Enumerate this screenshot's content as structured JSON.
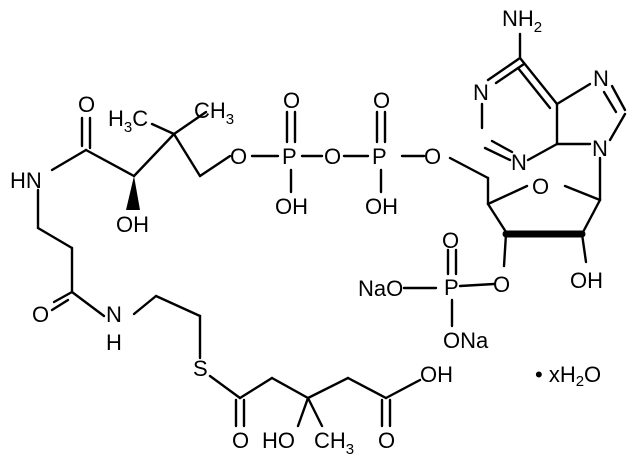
{
  "atoms": {
    "nh2": "NH",
    "nh2_sub": "2",
    "n1": "N",
    "n3": "N",
    "n7": "N",
    "n9": "N",
    "o_ring": "O",
    "o_ribose_oh": "OH",
    "o_link_p2": "O",
    "o_3p": "O",
    "p3": "P",
    "o_p3_dbl": "O",
    "na_o1": "NaO",
    "na_o2": "ONa",
    "p2": "P",
    "o_p2_dbl": "O",
    "oh_p2": "OH",
    "o_bridge": "O",
    "p1": "P",
    "o_p1_dbl": "O",
    "oh_p1": "OH",
    "o_pant": "O",
    "me_label": "H",
    "me_sub": "3",
    "me_c": "C",
    "me_ch": "CH",
    "me_ch_sub": "3",
    "o_amide1": "O",
    "hn1": "HN",
    "oh_pant": "OH",
    "o_amide2": "O",
    "nh2_amide": "N",
    "h_amide2": "H",
    "s": "S",
    "o_thio": "O",
    "ho_hmg": "HO",
    "ch3_hmg": "CH",
    "ch3_hmg_sub": "3",
    "oh_acid": "OH",
    "o_acid": "O"
  },
  "hydrate": {
    "prefix": "• xH",
    "sub": "2",
    "suffix": "O"
  }
}
